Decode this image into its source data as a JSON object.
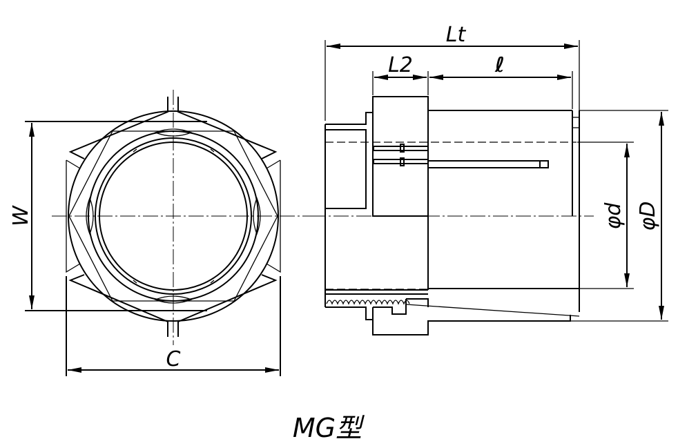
{
  "drawing": {
    "caption": "MG型",
    "front_view": {
      "dimensions": {
        "width_label": "W",
        "across_corners_label": "C"
      }
    },
    "side_view": {
      "dimensions": {
        "total_length_label": "Lt",
        "nut_length_label": "L2",
        "insertion_length_label": "ℓ",
        "inner_diameter_label": "φd",
        "outer_diameter_label": "φD"
      }
    },
    "colors": {
      "line": "#000000",
      "background": "#ffffff"
    }
  }
}
